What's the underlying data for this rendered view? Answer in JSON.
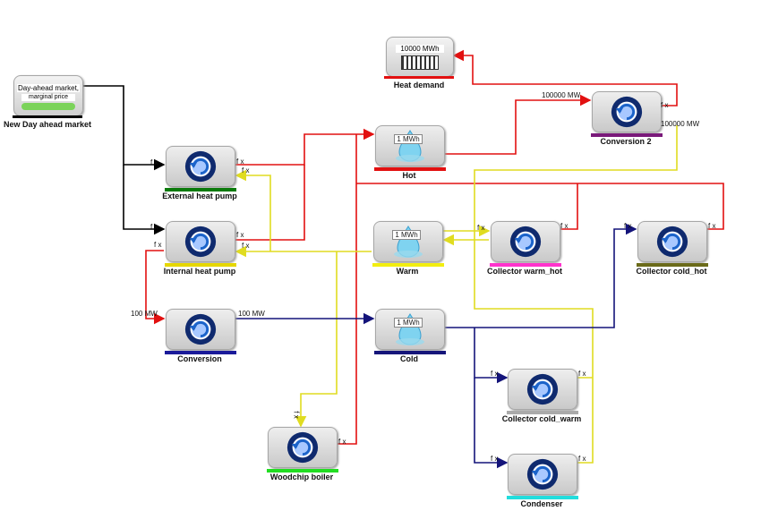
{
  "market": {
    "box_line1": "Day-ahead market,",
    "box_line2": "marginal price",
    "label": "New Day ahead market",
    "bar_color": "#000000"
  },
  "nodes": {
    "external_heat_pump": {
      "label": "External heat pump",
      "bar_color": "#0b7a0b"
    },
    "internal_heat_pump": {
      "label": "Internal heat pump",
      "bar_color": "#e6d700"
    },
    "conversion": {
      "label": "Conversion",
      "bar_color": "#1a1a9a"
    },
    "woodchip_boiler": {
      "label": "Woodchip boiler",
      "bar_color": "#22dd22"
    },
    "hot": {
      "label": "Hot",
      "value": "1 MWh",
      "bar_color": "#e21010"
    },
    "warm": {
      "label": "Warm",
      "value": "1 MWh",
      "bar_color": "#f2ee10"
    },
    "cold": {
      "label": "Cold",
      "value": "1 MWh",
      "bar_color": "#15157a"
    },
    "heat_demand": {
      "label": "Heat demand",
      "value": "10000 MWh",
      "bar_color": "#e21010"
    },
    "conversion_2": {
      "label": "Conversion 2",
      "bar_color": "#7a1a7a"
    },
    "collector_warm_hot": {
      "label": "Collector warm_hot",
      "bar_color": "#ff33cc"
    },
    "collector_cold_hot": {
      "label": "Collector cold_hot",
      "bar_color": "#6b6b1a"
    },
    "collector_cold_warm": {
      "label": "Collector cold_warm",
      "bar_color": "#aaaaaa"
    },
    "condenser": {
      "label": "Condenser",
      "bar_color": "#22dddd"
    }
  },
  "ports": {
    "fx": "f x",
    "mw_100": "100 MW",
    "mw_100000": "100000 MW"
  },
  "colors": {
    "hot_line": "#e21010",
    "warm_line": "#f2ee40",
    "cold_line": "#14147a",
    "market_line": "#000000"
  }
}
